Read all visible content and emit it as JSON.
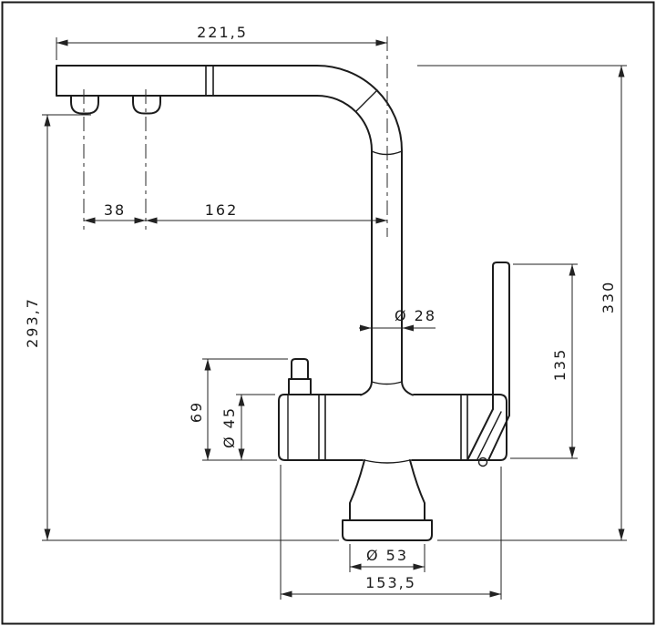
{
  "drawing": {
    "type": "faucet-dimensioned-technical-drawing",
    "colors": {
      "line": "#1c1c1c",
      "background": "#ffffff"
    },
    "dimensions": {
      "spout_length": "221,5",
      "aerator_spacing": "38",
      "spout_reach": "162",
      "spout_height": "293,7",
      "total_height": "330",
      "handle_length": "135",
      "valve_height": "69",
      "body_diameter": "Ø 45",
      "tube_diameter": "Ø 28",
      "base_diameter": "Ø 53",
      "base_width": "153,5"
    }
  }
}
